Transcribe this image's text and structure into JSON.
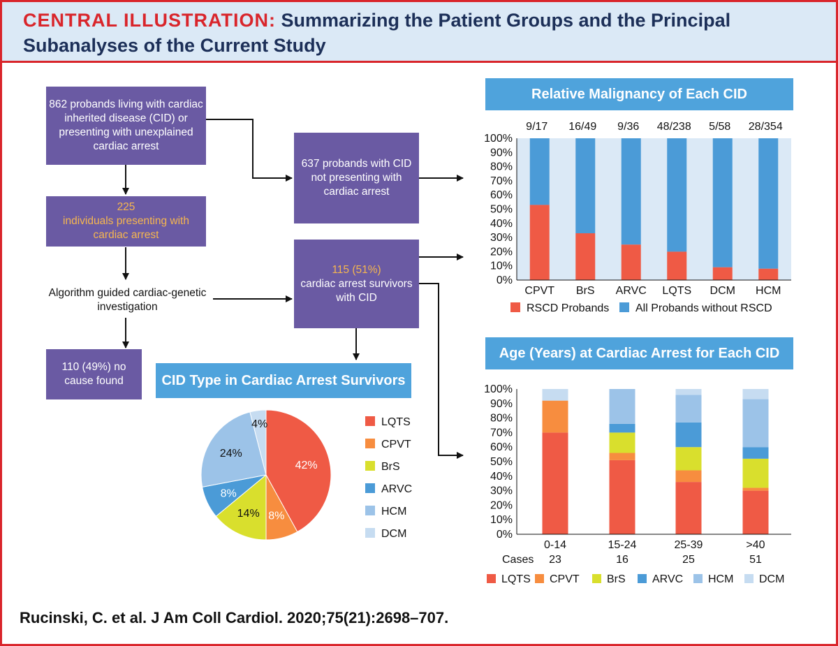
{
  "header": {
    "lead": "CENTRAL ILLUSTRATION:",
    "title": "Summarizing the Patient Groups and the Principal Subanalyses of the Current Study"
  },
  "flow": {
    "probands_862": "862 probands living with cardiac inherited disease (CID) or presenting with unexplained cardiac arrest",
    "arrest_count": "225",
    "arrest_text": "individuals presenting with cardiac arrest",
    "algorithm": "Algorithm guided cardiac-genetic investigation",
    "no_cause": "110 (49%) no cause found",
    "cid_637": "637 probands with CID not presenting with cardiac arrest",
    "survivors_count": "115 (51%)",
    "survivors_text": "cardiac arrest survivors with CID"
  },
  "colors": {
    "LQTS": "#ef5a45",
    "CPVT": "#f78d3f",
    "BrS": "#d9df2d",
    "ARVC": "#4b9bd7",
    "HCM": "#9cc3e8",
    "DCM": "#c6dcf1",
    "all_probands": "#4b9bd7",
    "rscd": "#ef5a45"
  },
  "chart_data": [
    {
      "type": "bar",
      "title": "Relative Malignancy of Each CID",
      "categories": [
        "CPVT",
        "BrS",
        "ARVC",
        "LQTS",
        "DCM",
        "HCM"
      ],
      "fractions": [
        "9/17",
        "16/49",
        "9/36",
        "48/238",
        "5/58",
        "28/354"
      ],
      "series": [
        {
          "name": "RSCD Probands",
          "values": [
            53,
            33,
            25,
            20,
            9,
            8
          ]
        },
        {
          "name": "All Probands without RSCD",
          "values": [
            47,
            67,
            75,
            80,
            91,
            92
          ]
        }
      ],
      "ylim": [
        0,
        100
      ],
      "yticks": [
        "0%",
        "10%",
        "20%",
        "30%",
        "40%",
        "50%",
        "60%",
        "70%",
        "80%",
        "90%",
        "100%"
      ],
      "stacked": true
    },
    {
      "type": "bar",
      "title": "Age (Years) at Cardiac Arrest for Each CID",
      "categories": [
        "0-14",
        "15-24",
        "25-39",
        ">40"
      ],
      "cases_label": "Cases",
      "cases": [
        "23",
        "16",
        "25",
        "51"
      ],
      "series": [
        {
          "name": "LQTS",
          "values": [
            70,
            51,
            36,
            30
          ]
        },
        {
          "name": "CPVT",
          "values": [
            22,
            5,
            8,
            2
          ]
        },
        {
          "name": "BrS",
          "values": [
            0,
            14,
            16,
            20
          ]
        },
        {
          "name": "ARVC",
          "values": [
            0,
            6,
            17,
            8
          ]
        },
        {
          "name": "HCM",
          "values": [
            0,
            24,
            19,
            33
          ]
        },
        {
          "name": "DCM",
          "values": [
            8,
            0,
            4,
            7
          ]
        }
      ],
      "ylim": [
        0,
        100
      ],
      "yticks": [
        "0%",
        "10%",
        "20%",
        "30%",
        "40%",
        "50%",
        "60%",
        "70%",
        "80%",
        "90%",
        "100%"
      ],
      "stacked": true
    },
    {
      "type": "pie",
      "title": "CID Type in Cardiac Arrest Survivors",
      "categories": [
        "LQTS",
        "CPVT",
        "BrS",
        "ARVC",
        "HCM",
        "DCM"
      ],
      "values": [
        42,
        8,
        14,
        8,
        24,
        4
      ],
      "labels": [
        "42%",
        "8%",
        "14%",
        "8%",
        "24%",
        "4%"
      ]
    }
  ],
  "citation": "Rucinski, C. et al. J Am Coll Cardiol. 2020;75(21):2698–707."
}
